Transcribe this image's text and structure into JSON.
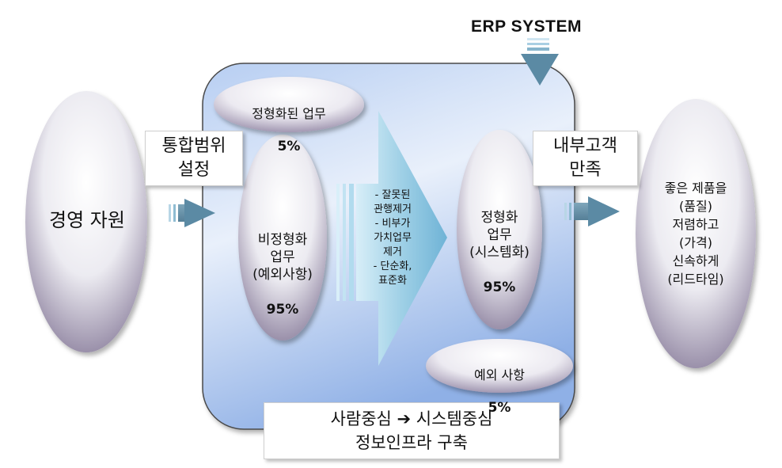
{
  "header": {
    "title": "ERP SYSTEM"
  },
  "left": {
    "resource": "경영 자원"
  },
  "boxes": {
    "scope": "통합범위\n설정",
    "customer": "내부고객\n만족",
    "infra_line1": "사람중심 ➔ 시스템중심",
    "infra_line2": "정보인프라 구축"
  },
  "ovals": {
    "standardized_top": {
      "label": "정형화된 업무",
      "pct": "5%"
    },
    "non_standard": {
      "label": "비정형화\n업무\n(예외사항)",
      "pct": "95%"
    },
    "standardized_main": {
      "label": "정형화\n업무\n(시스템화)",
      "pct": "95%"
    },
    "exception": {
      "label": "예외 사항",
      "pct": "5%"
    }
  },
  "arrow_items": "- 잘못된\n관행제거\n- 비부가\n가치업무\n제거\n- 단순화,\n표준화",
  "result": "좋은 제품을\n(품질)\n저렴하고\n(가격)\n신속하게\n(리드타임)",
  "colors": {
    "panel_top": "#b7cef2",
    "panel_bottom": "#8fb0e6",
    "oval_light": "#ffffff",
    "oval_dark": "#9a90aa",
    "arrow_main": "#8ec6e0",
    "arrow_small": "#5e8aa2"
  }
}
